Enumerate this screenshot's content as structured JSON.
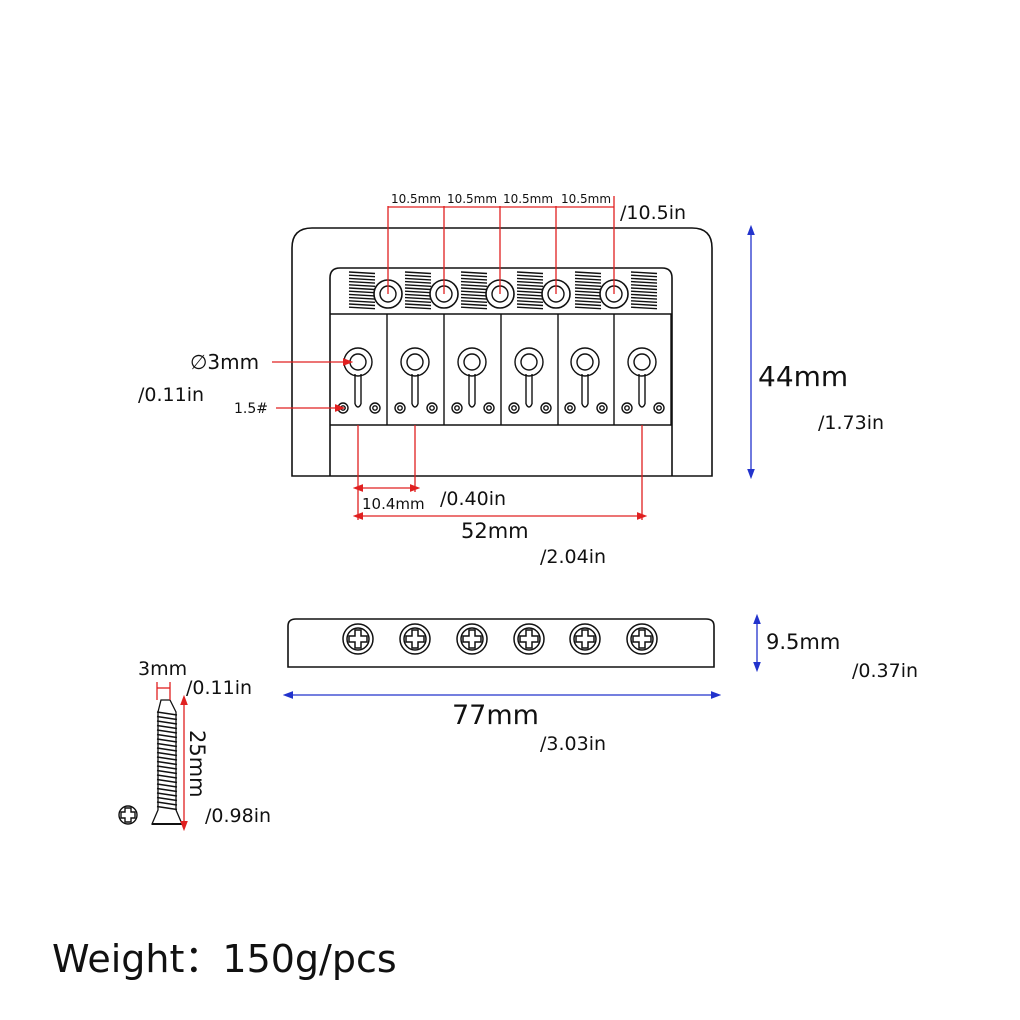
{
  "colors": {
    "outline": "#111111",
    "dimension_red": "#e02020",
    "dimension_blue": "#2233cc"
  },
  "top_view": {
    "saddle_spacing": [
      "10.5mm",
      "10.5mm",
      "10.5mm",
      "10.5mm"
    ],
    "saddle_spacing_in": "/10.5in",
    "hole_diameter": "∅3mm",
    "hole_diameter_in": "/0.11in",
    "screw_size": "1.5#",
    "height": "44mm",
    "height_in": "/1.73in",
    "first_spacing": "10.4mm",
    "first_spacing_in": "/0.40in",
    "total_span": "52mm",
    "total_span_in": "/2.04in"
  },
  "side_view": {
    "height": "9.5mm",
    "height_in": "/0.37in",
    "length": "77mm",
    "length_in": "/3.03in"
  },
  "screw": {
    "diameter": "3mm",
    "diameter_in": "/0.11in",
    "length": "25mm",
    "length_in": "/0.98in"
  },
  "weight": "Weight：150g/pcs"
}
